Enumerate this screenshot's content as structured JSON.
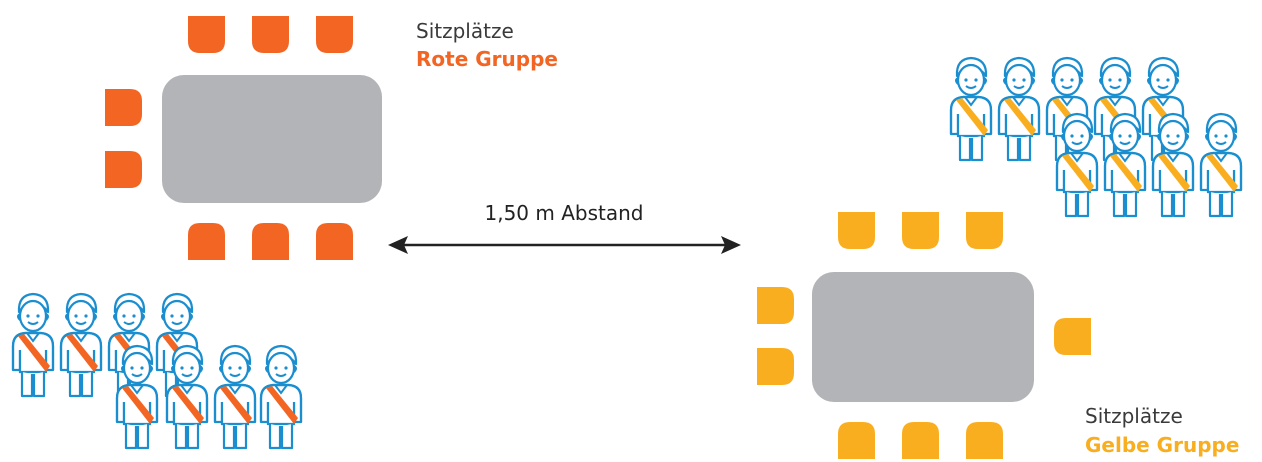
{
  "colors": {
    "rote_gruppe": "#F26522",
    "gelbe_gruppe": "#F9AE1F",
    "table": "#B3B4B7",
    "people_outline": "#1B8ECF",
    "text": "#3a3a3a",
    "arrow": "#222222"
  },
  "rote_gruppe": {
    "seats_label": "Sitzplätze",
    "group_name": "Rote Gruppe",
    "seat_count": 8,
    "people_count": 8,
    "people_icon": "person-with-sash-icon"
  },
  "gelbe_gruppe": {
    "seats_label": "Sitzplätze",
    "group_name": "Gelbe Gruppe",
    "seat_count": 9,
    "people_count": 9,
    "people_icon": "person-with-sash-icon"
  },
  "distance": {
    "label": "1,50 m Abstand",
    "icon": "double-arrow-icon"
  }
}
